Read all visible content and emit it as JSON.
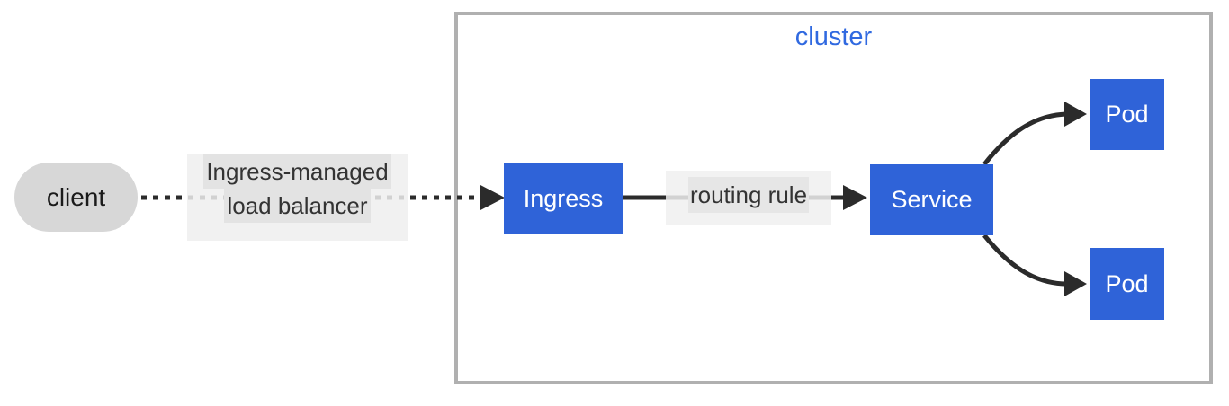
{
  "diagram": {
    "cluster": {
      "label": "cluster"
    },
    "nodes": {
      "client": {
        "label": "client",
        "shape": "pill"
      },
      "ingress": {
        "label": "Ingress",
        "shape": "rect"
      },
      "service": {
        "label": "Service",
        "shape": "rect"
      },
      "pod_top": {
        "label": "Pod",
        "shape": "rect"
      },
      "pod_bottom": {
        "label": "Pod",
        "shape": "rect"
      }
    },
    "edges": {
      "client_to_ingress": {
        "style": "dotted-arrow",
        "label_line1": "Ingress-managed",
        "label_line2": "load balancer"
      },
      "ingress_to_service": {
        "style": "solid-arrow",
        "label": "routing rule"
      },
      "service_to_pod_top": {
        "style": "curved-solid-arrow",
        "label": ""
      },
      "service_to_pod_bottom": {
        "style": "curved-solid-arrow",
        "label": ""
      }
    },
    "colors": {
      "node_fill": "#2f63d8",
      "node_text": "#ffffff",
      "cluster_border": "#b0b0b0",
      "cluster_title": "#3069e0",
      "client_fill": "#d7d7d7",
      "client_text": "#1a1a1a",
      "edge_label_bg": "#e9e9e9",
      "edge_label_strip": "#e3e3e3",
      "edge_label_text": "#333333",
      "arrow": "#2b2b2b"
    }
  }
}
